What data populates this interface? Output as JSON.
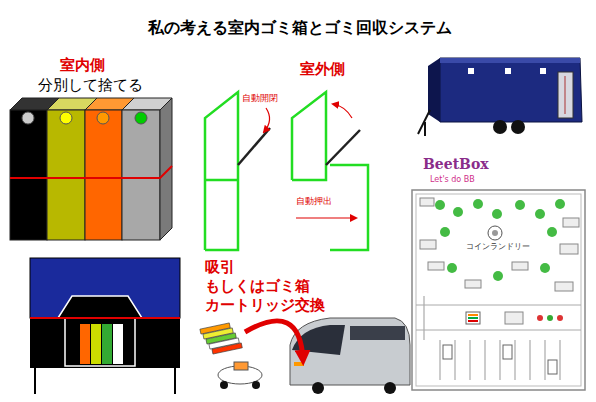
{
  "diagram": {
    "title": "私の考える室内ゴミ箱とゴミ回収システム",
    "labels": [
      "室内側",
      "分別して捨てる",
      "自動開閉",
      "室外側",
      "自動押出",
      "吸引 もしくはゴミ箱 カートリッジ交換",
      "BeetBox",
      "Let's do BB",
      "コインランドリー"
    ]
  }
}
